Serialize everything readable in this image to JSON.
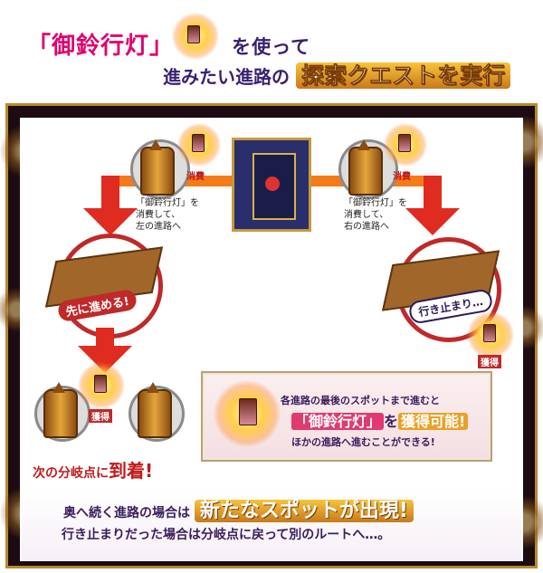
{
  "title": {
    "line1_item": "「御鈴行灯」",
    "line1_rest": "を使って",
    "line2_pre": "進みたい進路の",
    "line2_big": "探索クエストを実行"
  },
  "flow": {
    "consume_left": "消費",
    "consume_right": "消費",
    "left_desc": [
      "「御鈴行灯」を",
      "消費して、",
      "左の進路へ"
    ],
    "right_desc": [
      "「御鈴行灯」を",
      "消費して、",
      "右の進路へ"
    ],
    "left_badge": "先に進める!",
    "right_badge": "行き止まり…",
    "obtain_left": "獲得",
    "obtain_right": "獲得",
    "arrive_pre": "次の分岐点に",
    "arrive_big": "到着!"
  },
  "info": {
    "line1": "各進路の最後のスポットまで進むと",
    "line2_item": "「御鈴行灯」",
    "line2_mid": "を",
    "line2_hl": "獲得可能!",
    "line3": "ほかの進路へ進むことができる!"
  },
  "bottom": {
    "line1_pre": "奥へ続く進路の場合は",
    "line1_big": "新たなスポットが出現!",
    "line2": "行き止まりだった場合は分岐点に戻って別のルートへ…。"
  },
  "colors": {
    "arrow": "#e02b20",
    "frame": "#1c0b12",
    "gold": "#b8892e",
    "text_purple": "#3a1c5c"
  }
}
